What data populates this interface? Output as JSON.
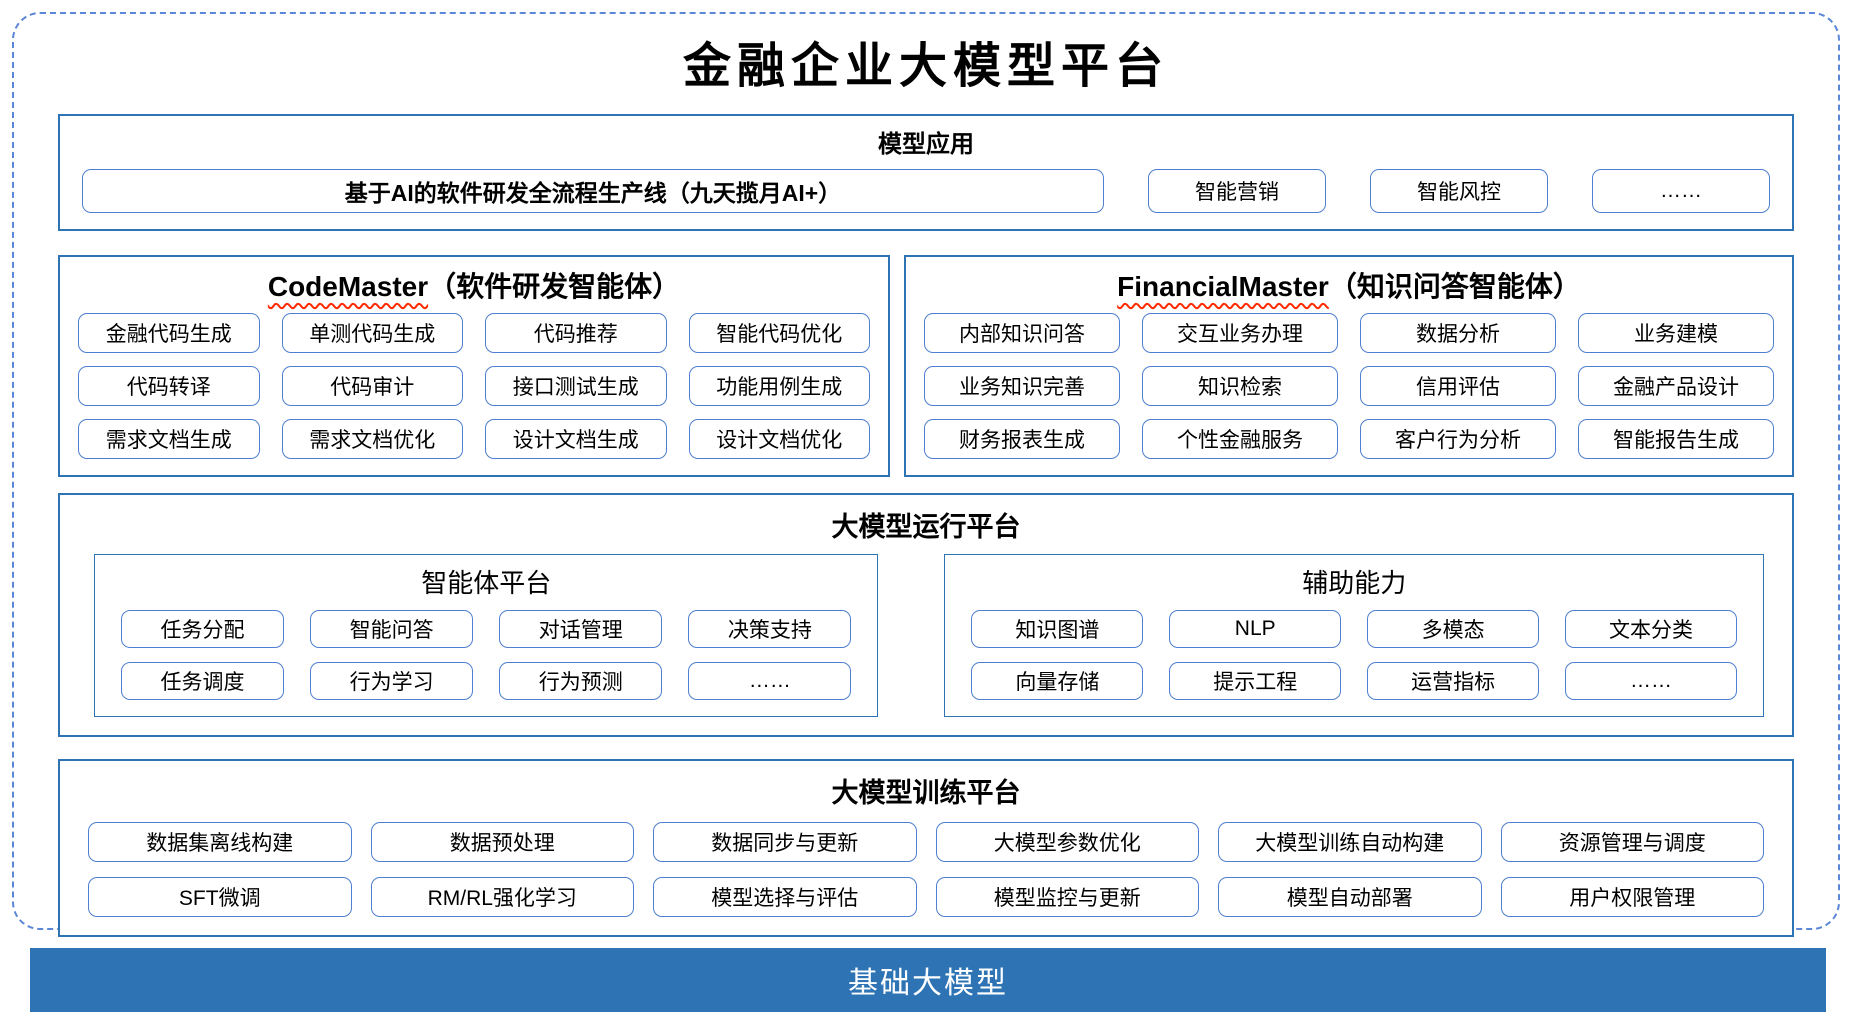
{
  "title": "金融企业大模型平台",
  "colors": {
    "border_blue": "#2E74B5",
    "box_border_blue": "#4E7FD0",
    "dashed_frame_blue": "#5B87D7",
    "base_bar_blue": "#2E74B5",
    "spellcheck_underline_red": "#FF2A00"
  },
  "model_app": {
    "header": "模型应用",
    "main_item": "基于AI的软件研发全流程生产线（九天揽月AI+）",
    "items": [
      "智能营销",
      "智能风控",
      "……"
    ]
  },
  "code_master": {
    "title_en": "CodeMaster",
    "title_zh": "（软件研发智能体）",
    "items": [
      "金融代码生成",
      "单测代码生成",
      "代码推荐",
      "智能代码优化",
      "代码转译",
      "代码审计",
      "接口测试生成",
      "功能用例生成",
      "需求文档生成",
      "需求文档优化",
      "设计文档生成",
      "设计文档优化"
    ]
  },
  "financial_master": {
    "title_en": "FinancialMaster",
    "title_zh": "（知识问答智能体）",
    "items": [
      "内部知识问答",
      "交互业务办理",
      "数据分析",
      "业务建模",
      "业务知识完善",
      "知识检索",
      "信用评估",
      "金融产品设计",
      "财务报表生成",
      "个性金融服务",
      "客户行为分析",
      "智能报告生成"
    ]
  },
  "runtime": {
    "header": "大模型运行平台",
    "agent_platform": {
      "header": "智能体平台",
      "items": [
        "任务分配",
        "智能问答",
        "对话管理",
        "决策支持",
        "任务调度",
        "行为学习",
        "行为预测",
        "……"
      ]
    },
    "aux_capability": {
      "header": "辅助能力",
      "items": [
        "知识图谱",
        "NLP",
        "多模态",
        "文本分类",
        "向量存储",
        "提示工程",
        "运营指标",
        "……"
      ]
    }
  },
  "training": {
    "header": "大模型训练平台",
    "items": [
      "数据集离线构建",
      "数据预处理",
      "数据同步与更新",
      "大模型参数优化",
      "大模型训练自动构建",
      "资源管理与调度",
      "SFT微调",
      "RM/RL强化学习",
      "模型选择与评估",
      "模型监控与更新",
      "模型自动部署",
      "用户权限管理"
    ]
  },
  "base": {
    "label": "基础大模型"
  }
}
